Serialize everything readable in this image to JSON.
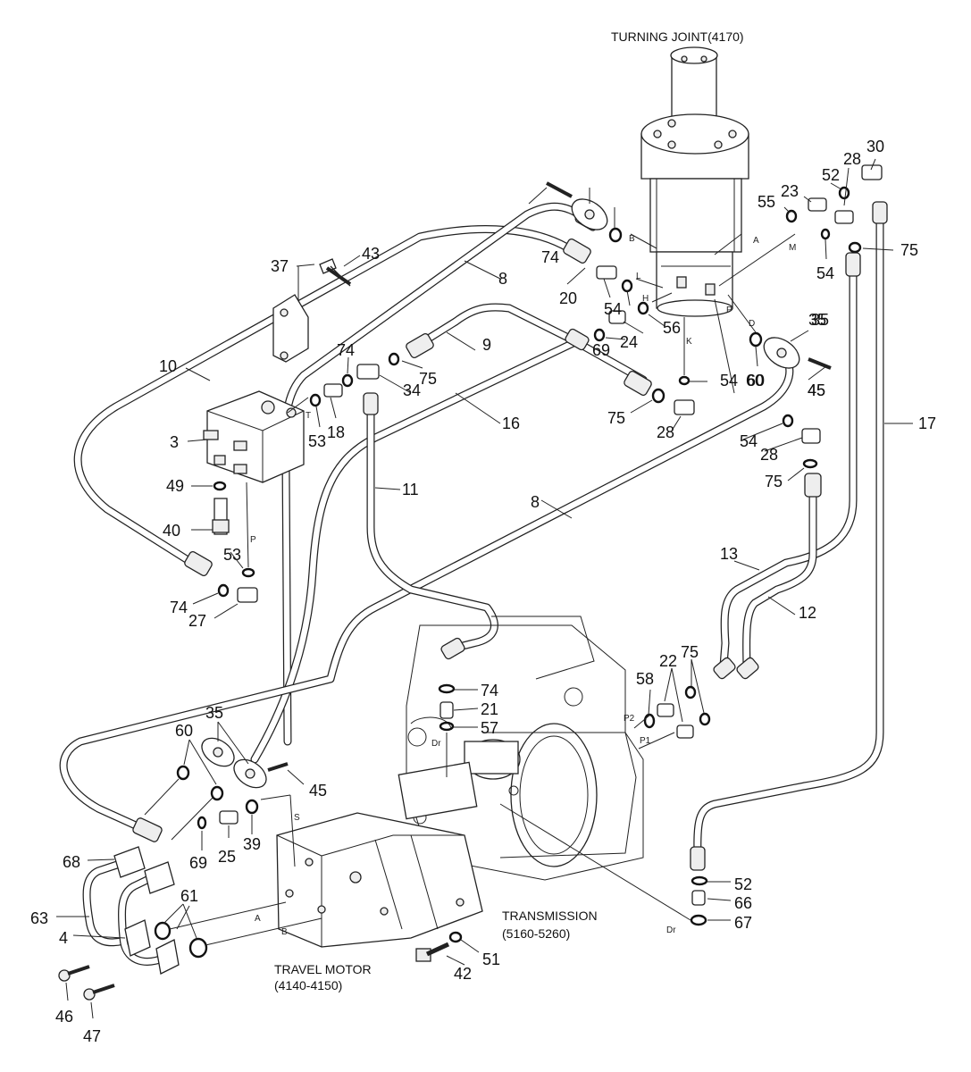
{
  "titles": {
    "turning_joint": "TURNING JOINT(4170)",
    "travel_motor_1": "TRAVEL MOTOR",
    "travel_motor_2": "(4140-4150)",
    "transmission_1": "TRANSMISSION",
    "transmission_2": "(5160-5260)"
  },
  "port_labels": [
    "A",
    "B",
    "M",
    "L",
    "H",
    "K",
    "P",
    "D",
    "T",
    "P",
    "Dr",
    "P2",
    "P1",
    "S",
    "A",
    "B",
    "Dr"
  ],
  "part_numbers": [
    "30",
    "28",
    "52",
    "23",
    "55",
    "75",
    "54",
    "35",
    "60",
    "45",
    "74",
    "20",
    "54",
    "56",
    "24",
    "69",
    "54",
    "60",
    "35",
    "45",
    "9",
    "75",
    "34",
    "74",
    "18",
    "53",
    "43",
    "37",
    "8",
    "10",
    "3",
    "49",
    "40",
    "53",
    "74",
    "27",
    "16",
    "11",
    "8",
    "75",
    "28",
    "54",
    "28",
    "75",
    "13",
    "12",
    "17",
    "74",
    "21",
    "57",
    "22",
    "75",
    "58",
    "35",
    "60",
    "45",
    "39",
    "25",
    "69",
    "68",
    "61",
    "63",
    "4",
    "46",
    "47",
    "42",
    "51",
    "52",
    "66",
    "67"
  ]
}
